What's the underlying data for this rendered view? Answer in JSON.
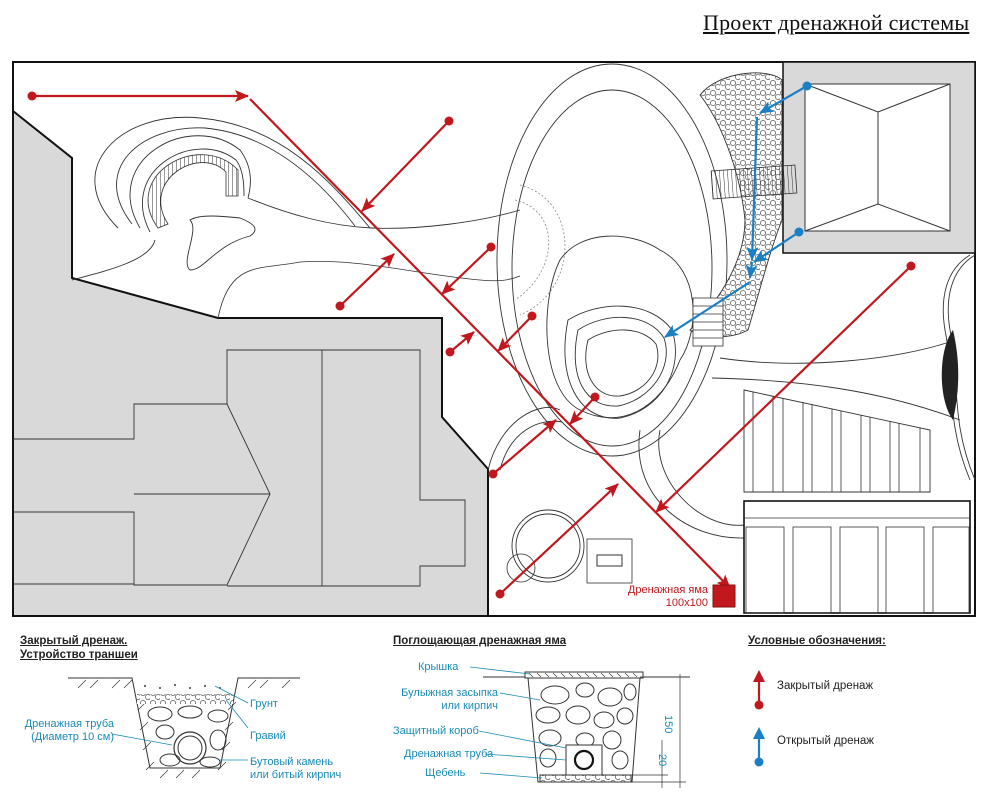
{
  "title": "Проект дренажной системы",
  "colors": {
    "closed_drain": "#c0181c",
    "open_drain": "#1a7fc4",
    "label_blue": "#1a8bb5",
    "building_fill": "#d9d9d9",
    "outline": "#111111"
  },
  "plan": {
    "drain_pit_label": "Дренажная яма",
    "drain_pit_size": "100x100"
  },
  "trench": {
    "title_line1": "Закрытый дренаж.",
    "title_line2": "Устройство траншеи",
    "labels": {
      "pipe_line1": "Дренажная труба",
      "pipe_line2": "(Диаметр 10 см)",
      "soil": "Грунт",
      "gravel": "Гравий",
      "rubble_line1": "Бутовый камень",
      "rubble_line2": "или битый кирпич"
    }
  },
  "pit": {
    "title": "Поглощающая дренажная яма",
    "labels": {
      "lid": "Крышка",
      "fill_line1": "Булыжная засыпка",
      "fill_line2": "или кирпич",
      "box": "Защитный короб",
      "pipe": "Дренажная труба",
      "crushed": "Щебень"
    },
    "dim_total": "150",
    "dim_bottom": "20"
  },
  "legend": {
    "title": "Условные обозначения:",
    "items": [
      {
        "label": "Закрытый дренаж",
        "icon": "red-arrow-icon"
      },
      {
        "label": "Открытый дренаж",
        "icon": "blue-arrow-icon"
      }
    ]
  }
}
